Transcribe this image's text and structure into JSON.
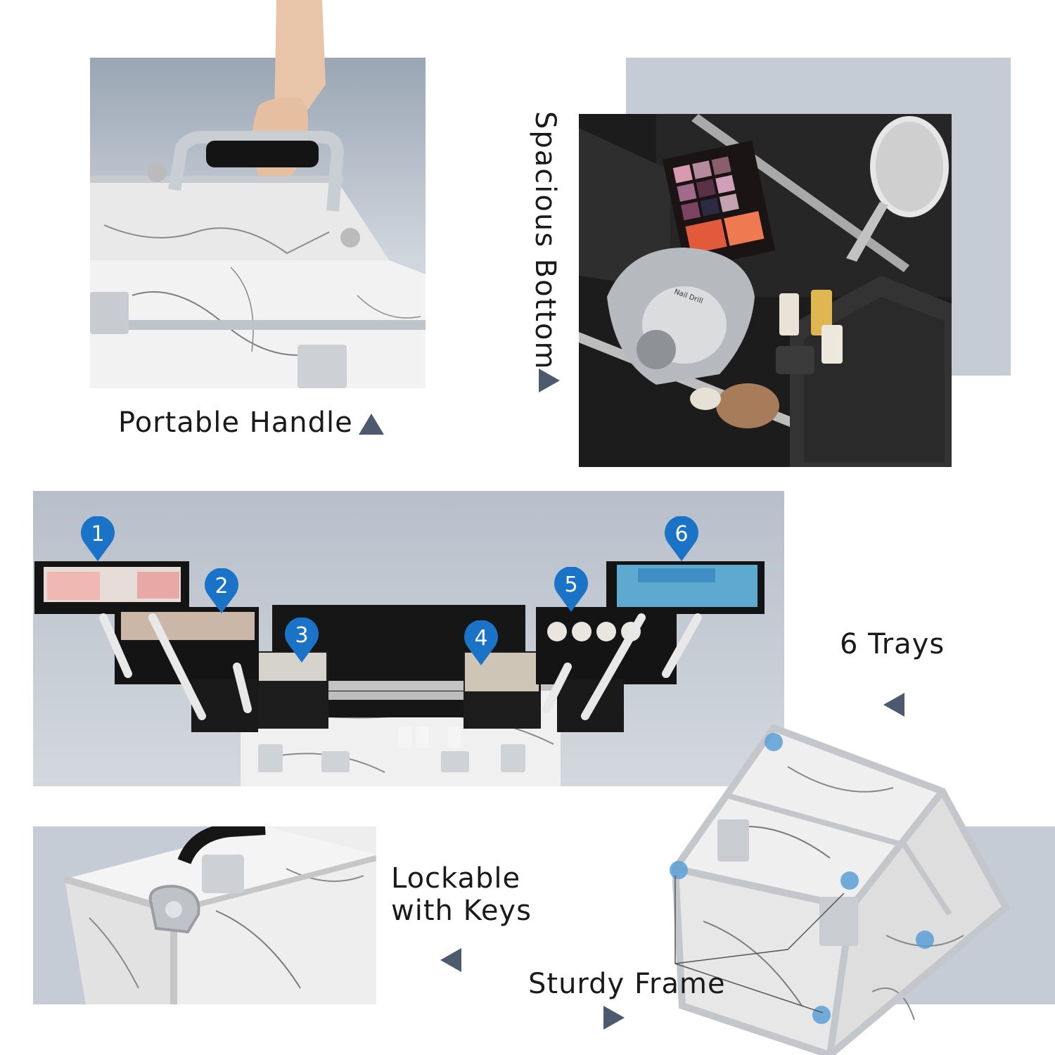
{
  "labels": {
    "portable_handle": "Portable Handle",
    "spacious_bottom": "Spacious Bottom",
    "six_trays": "6 Trays",
    "lockable_line1": "Lockable",
    "lockable_line2": "with Keys",
    "sturdy_frame": "Sturdy Frame",
    "nail_drill": "Nail Drill"
  },
  "tray_markers": [
    "1",
    "2",
    "3",
    "4",
    "5",
    "6"
  ],
  "colors": {
    "panel_bg": "#c5ccd6",
    "arrow": "#4b5a6c",
    "marker_blue": "#1a73c7",
    "case_black": "#1b1b1b",
    "marble": "#f1f1f1"
  },
  "icons": [
    "triangle-up-icon",
    "triangle-right-icon",
    "triangle-left-icon",
    "map-pin-icon"
  ]
}
